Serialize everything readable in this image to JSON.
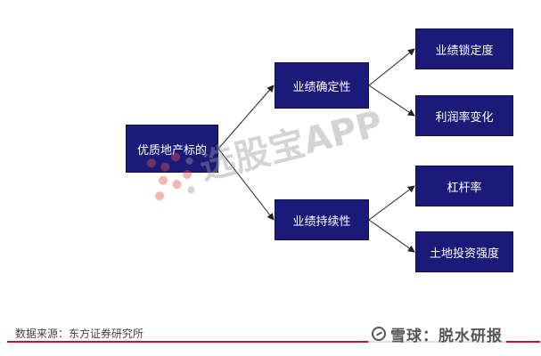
{
  "diagram": {
    "root": "优质地产标的",
    "level1": [
      "业绩确定性",
      "业绩持续性"
    ],
    "level2": [
      "业绩锁定度",
      "利润率变化",
      "杠杆率",
      "土地投资强度"
    ]
  },
  "colors": {
    "node_fill": "#1b1a78",
    "node_text": "#ffffff",
    "edge": "#222222",
    "footer_line": "#c8102e",
    "watermark_accent": "#e8524a"
  },
  "watermark": {
    "text": "选股宝APP",
    "icon": "xuangubao-logo"
  },
  "footer": {
    "source": "数据来源：东方证券研究所",
    "brand": "雪球：脱水研报",
    "brand_icon": "snowball-icon"
  }
}
